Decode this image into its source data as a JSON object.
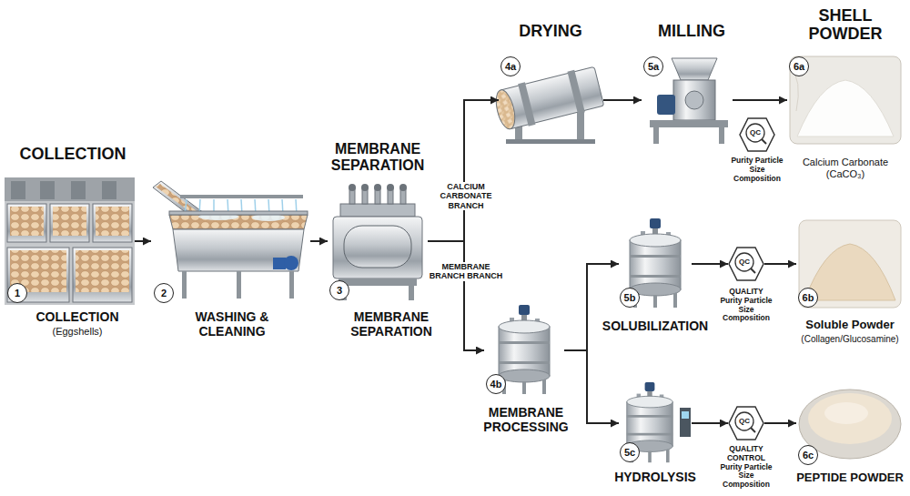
{
  "diagram": {
    "nodes": [
      {
        "text": [
          "COLLECTION",
          "COLLECTION",
          "(Eggshells)"
        ]
      },
      {
        "text": [
          "1"
        ],
        "in": 0
      },
      {
        "text": [
          "WASHING & CLEANING"
        ]
      },
      {
        "text": [
          "2"
        ],
        "in": 2
      },
      {
        "text": [
          "MEMBRANE SEPARATION",
          "MEMBRANE SEPARATION"
        ]
      },
      {
        "text": [
          "3"
        ],
        "in": 4
      },
      {
        "text": [
          "DRYING"
        ]
      },
      {
        "text": [
          "4a"
        ],
        "in": 6
      },
      {
        "text": [
          "MILLING"
        ]
      },
      {
        "text": [
          "5a"
        ],
        "in": 8
      },
      {
        "text": [
          "QC",
          "Purity Particle Size Composition"
        ]
      },
      {
        "text": [
          "SHELL POWDER",
          "Calcium Carbonate (CaCO₃)"
        ]
      },
      {
        "text": [
          "6a"
        ],
        "in": 11
      },
      {
        "text": [
          "MEMBRANE PROCESSING"
        ]
      },
      {
        "text": [
          "4b"
        ],
        "in": 13
      },
      {
        "text": [
          "SOLUBILIZATION"
        ]
      },
      {
        "text": [
          "5b"
        ],
        "in": 15
      },
      {
        "text": [
          "QC",
          "QUALITY Purity Particle Size Composition"
        ]
      },
      {
        "text": [
          "Soluble Powder",
          "(Collagen/Glucosamine)"
        ]
      },
      {
        "text": [
          "6b"
        ],
        "in": 18
      },
      {
        "text": [
          "HYDROLYSIS"
        ]
      },
      {
        "text": [
          "5c"
        ],
        "in": 20
      },
      {
        "text": [
          "QC",
          "QUALITY CONTROL Purity Particle Size Composition"
        ]
      },
      {
        "text": [
          "PEPTIDE POWDER"
        ]
      },
      {
        "text": [
          "6c"
        ],
        "in": 23
      }
    ],
    "edges": [
      {
        "from": 0,
        "to": 2,
        "arrow": "to"
      },
      {
        "from": 2,
        "to": 4,
        "arrow": "to"
      },
      {
        "from": 4,
        "to": 6,
        "label": "CALCIUM CARBONATE BRANCH",
        "arrow": "to"
      },
      {
        "from": 4,
        "to": 13,
        "label": "MEMBRANE BRANCH BRANCH",
        "arrow": "to"
      },
      {
        "from": 6,
        "to": 8,
        "arrow": "to"
      },
      {
        "from": 8,
        "to": 11,
        "arrow": "to"
      },
      {
        "from": 13,
        "to": 15,
        "arrow": "to"
      },
      {
        "from": 13,
        "to": 20,
        "arrow": "to"
      },
      {
        "from": 15,
        "to": 17,
        "arrow": "to"
      },
      {
        "from": 17,
        "to": 18,
        "arrow": "to"
      },
      {
        "from": 20,
        "to": 22,
        "arrow": "to"
      },
      {
        "from": 22,
        "to": 23,
        "arrow": "to"
      }
    ]
  }
}
